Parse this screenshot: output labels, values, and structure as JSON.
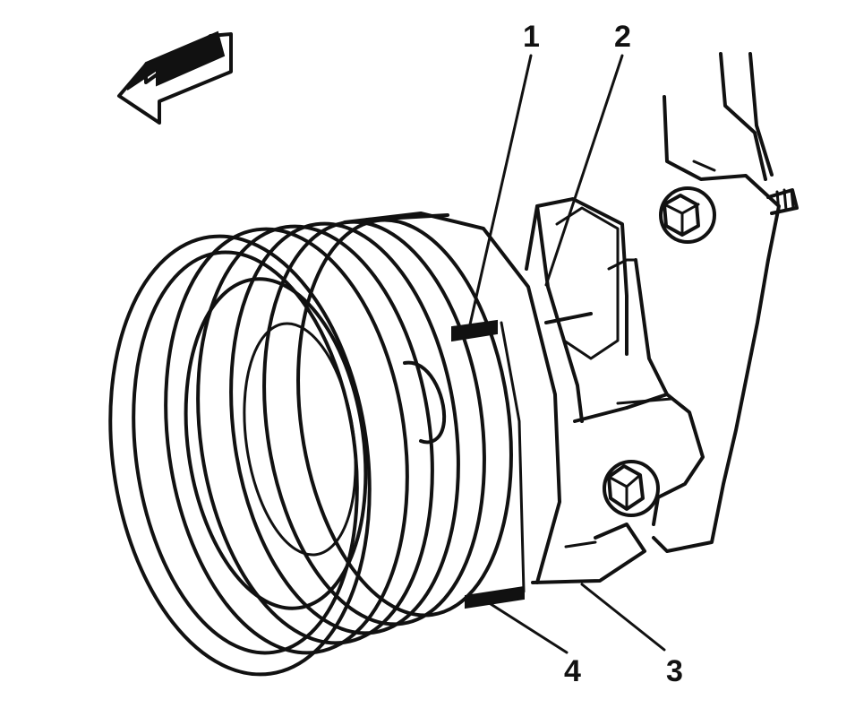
{
  "callouts": [
    {
      "id": "1",
      "label": "1"
    },
    {
      "id": "2",
      "label": "2"
    },
    {
      "id": "3",
      "label": "3"
    },
    {
      "id": "4",
      "label": "4"
    }
  ],
  "colors": {
    "ink": "#111111",
    "background": "#ffffff"
  },
  "icons": {
    "direction": "forward-arrow-icon"
  }
}
